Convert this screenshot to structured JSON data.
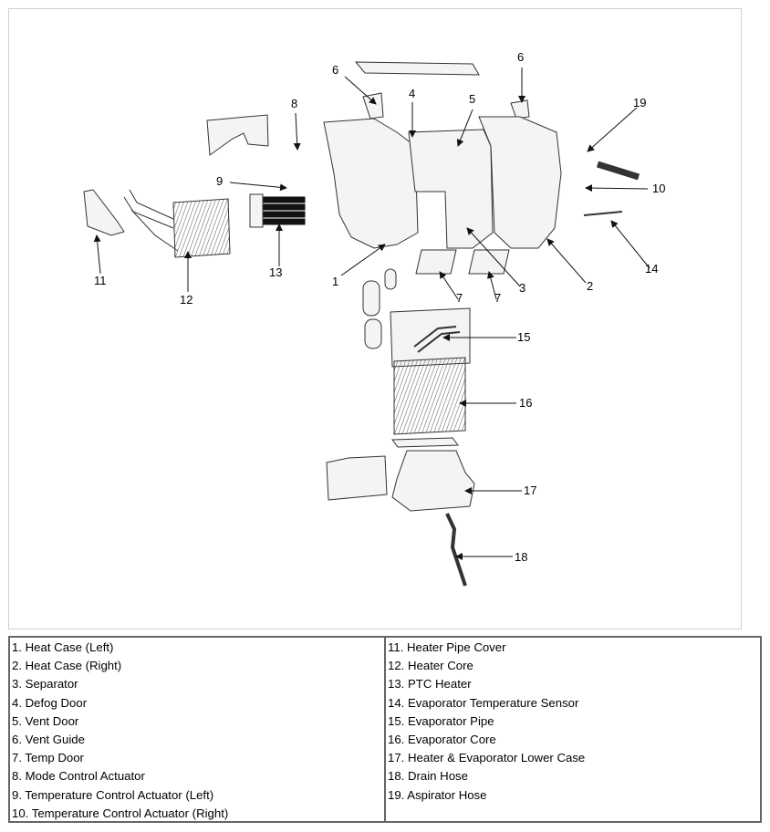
{
  "callouts": {
    "c1": "1",
    "c2": "2",
    "c3": "3",
    "c4": "4",
    "c5": "5",
    "c6a": "6",
    "c6b": "6",
    "c7a": "7",
    "c7b": "7",
    "c8": "8",
    "c9": "9",
    "c10": "10",
    "c11": "11",
    "c12": "12",
    "c13": "13",
    "c14": "14",
    "c15": "15",
    "c16": "16",
    "c17": "17",
    "c18": "18",
    "c19": "19"
  },
  "legend": {
    "left": [
      "1. Heat Case (Left)",
      "2. Heat Case (Right)",
      "3. Separator",
      "4. Defog Door",
      "5. Vent Door",
      "6. Vent Guide",
      "7. Temp Door",
      "8. Mode Control Actuator",
      "9. Temperature Control Actuator (Left)",
      "10. Temperature Control Actuator (Right)"
    ],
    "right": [
      "11. Heater Pipe Cover",
      "12. Heater Core",
      "13. PTC Heater",
      "14. Evaporator Temperature Sensor",
      "15. Evaporator Pipe",
      "16. Evaporator Core",
      "17. Heater & Evaporator Lower Case",
      "18. Drain Hose",
      "19. Aspirator Hose"
    ]
  },
  "colors": {
    "line": "#333333",
    "fill": "#f4f4f4",
    "dark": "#111111"
  }
}
